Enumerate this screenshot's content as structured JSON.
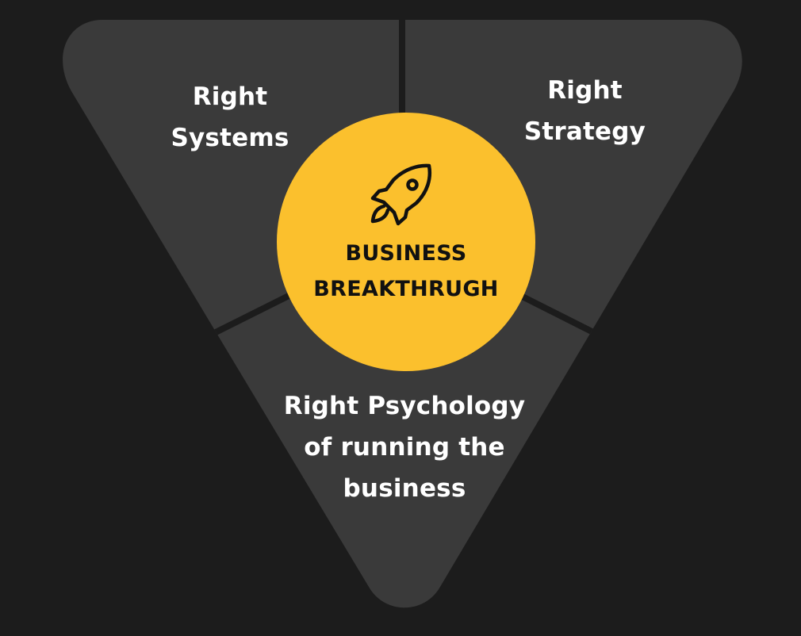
{
  "colors": {
    "background": "#1c1c1c",
    "segment": "#3a3a3a",
    "divider": "#1c1c1c",
    "accent": "#fbc02d",
    "segment_text": "#ffffff",
    "center_text": "#111111"
  },
  "segments": {
    "systems": {
      "line1": "Right",
      "line2": "Systems"
    },
    "strategy": {
      "line1": "Right",
      "line2": "Strategy"
    },
    "psychology": {
      "line1": "Right Psychology",
      "line2": "of running the",
      "line3": "business"
    }
  },
  "center": {
    "icon": "rocket-icon",
    "line1": "BUSINESS",
    "line2": "BREAKTHRUGH"
  }
}
